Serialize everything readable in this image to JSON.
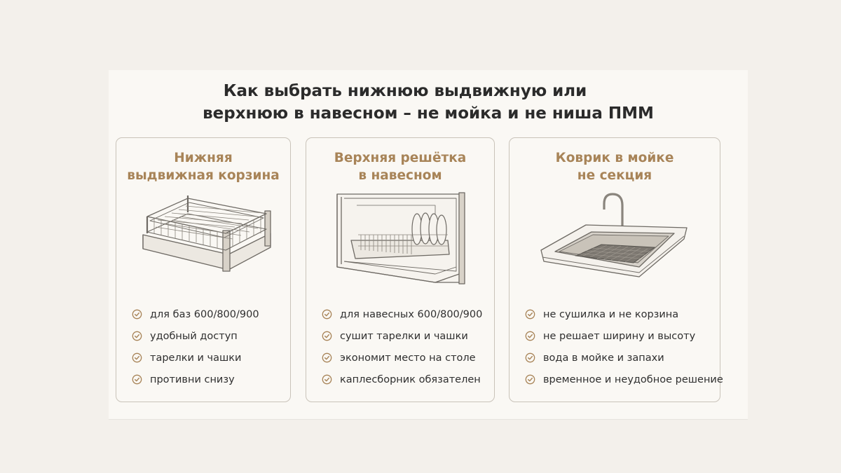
{
  "header": {
    "title_line1": "Как выбрать нижнюю выдвижную или",
    "title_line2": "верхнюю в навесном – не мойка и не ниша ПММ"
  },
  "colors": {
    "accent": "#a88458",
    "border": "#c9c3b9",
    "panel": "#faf8f4",
    "background": "#f3f0eb"
  },
  "cards": [
    {
      "title_line1": "Нижняя",
      "title_line2": "выдвижная корзина",
      "image": "pull-out-basket",
      "items": [
        "для баз 600/800/900",
        "удобный доступ",
        "тарелки и чашки",
        "противни снизу"
      ]
    },
    {
      "title_line1": "Верхняя решётка",
      "title_line2": "в навесном",
      "image": "dish-rack-in-wall-cabinet",
      "items": [
        "для навесных 600/800/900",
        "сушит тарелки и чашки",
        "экономит место на столе",
        "каплесборник обязателен"
      ]
    },
    {
      "title_line1": "Коврик в мойке",
      "title_line2": "не секция",
      "image": "sink-with-mat",
      "items": [
        "не сушилка и не корзина",
        "не решает ширину и высоту",
        "вода в мойке и запахи",
        "временное и неудобное решение"
      ]
    }
  ],
  "icons": {
    "bullet": "check-circle-icon"
  }
}
